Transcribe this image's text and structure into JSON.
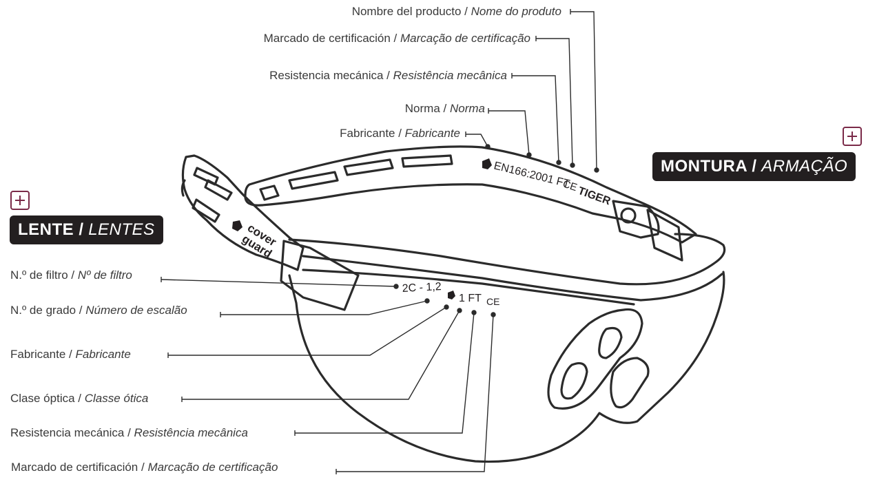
{
  "sections": {
    "frame": {
      "title_bold": "MONTURA /",
      "title_italic": "ARMAÇÃO"
    },
    "lens": {
      "title_bold": "LENTE /",
      "title_italic": "LENTES"
    }
  },
  "frame_labels": [
    {
      "es": "Nombre del producto /",
      "pt": "Nome do produto"
    },
    {
      "es": "Marcado de certificación /",
      "pt": "Marcação de certificação"
    },
    {
      "es": "Resistencia mecánica /",
      "pt": "Resistência mecânica"
    },
    {
      "es": "Norma /",
      "pt": "Norma"
    },
    {
      "es": "Fabricante /",
      "pt": "Fabricante"
    }
  ],
  "lens_labels": [
    {
      "es": "N.º de filtro /",
      "pt": "Nº de filtro"
    },
    {
      "es": "N.º de grado  /",
      "pt": "Número de escalão"
    },
    {
      "es": "Fabricante /",
      "pt": "Fabricante"
    },
    {
      "es": "Clase óptica /",
      "pt": "Classe ótica"
    },
    {
      "es": "Resistencia mecánica /",
      "pt": "Resistência mecânica"
    },
    {
      "es": "Marcado de certificación /",
      "pt": "Marcação de certificação"
    }
  ],
  "markings": {
    "temple": "EN166:2001 FT",
    "temple_ce": "CE",
    "product_name": "TIGER",
    "lens_code": "2C - 1,2",
    "lens_class": "1 FT",
    "lens_ce": "CE",
    "brand_line1": "cover",
    "brand_line2": "guard"
  },
  "colors": {
    "accent": "#7a2a48",
    "pill": "#231f20",
    "line": "#2b2b2b"
  }
}
